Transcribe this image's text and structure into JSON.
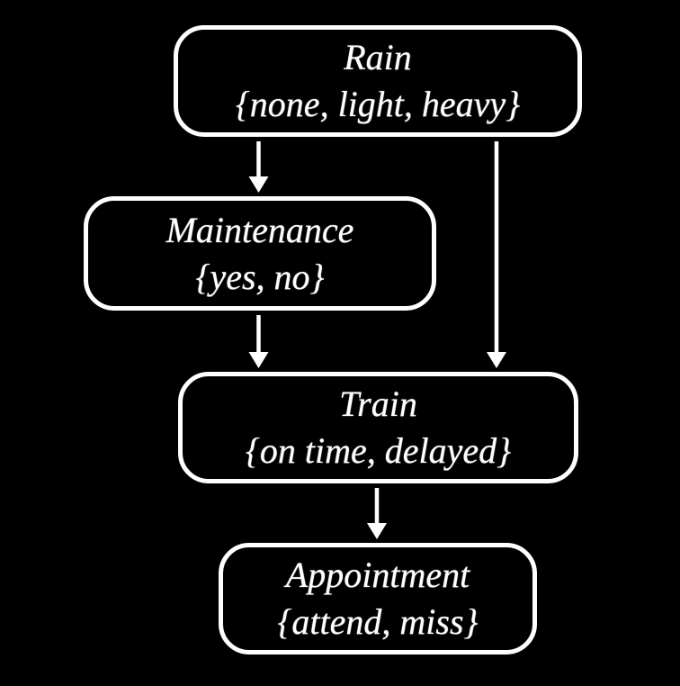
{
  "diagram": {
    "type": "bayesian-network",
    "background_color": "#000000",
    "node_border_color": "#ffffff",
    "text_color": "#ffffff",
    "arrow_color": "#ffffff",
    "nodes": [
      {
        "id": "rain",
        "label": "Rain",
        "values": "{none, light, heavy}"
      },
      {
        "id": "maintenance",
        "label": "Maintenance",
        "values": "{yes, no}"
      },
      {
        "id": "train",
        "label": "Train",
        "values": "{on time, delayed}"
      },
      {
        "id": "appointment",
        "label": "Appointment",
        "values": "{attend, miss}"
      }
    ],
    "edges": [
      {
        "from": "Rain",
        "to": "Maintenance"
      },
      {
        "from": "Rain",
        "to": "Train"
      },
      {
        "from": "Maintenance",
        "to": "Train"
      },
      {
        "from": "Train",
        "to": "Appointment"
      }
    ]
  }
}
